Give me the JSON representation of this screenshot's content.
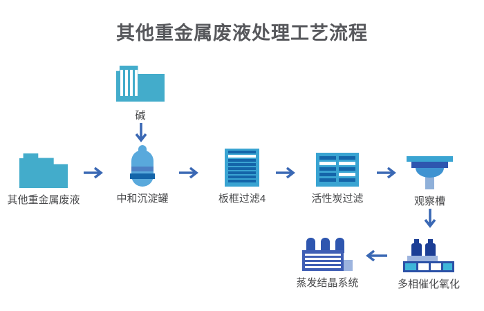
{
  "title": "其他重金属废液处理工艺流程",
  "nodes": {
    "alkali": {
      "label": "碱"
    },
    "waste": {
      "label": "其他重金属废液"
    },
    "neutralization_tank": {
      "label": "中和沉淀罐"
    },
    "plate_filter": {
      "label": "板框过滤4"
    },
    "carbon_filter": {
      "label": "活性炭过滤"
    },
    "observation_tank": {
      "label": "观察槽"
    },
    "catalytic_oxidation": {
      "label": "多相催化氧化"
    },
    "evaporation_system": {
      "label": "蒸发结晶系统"
    }
  },
  "edges": [
    {
      "from": "碱",
      "to": "中和沉淀罐",
      "direction": "down"
    },
    {
      "from": "其他重金属废液",
      "to": "中和沉淀罐",
      "direction": "right"
    },
    {
      "from": "中和沉淀罐",
      "to": "板框过滤4",
      "direction": "right"
    },
    {
      "from": "板框过滤4",
      "to": "活性炭过滤",
      "direction": "right"
    },
    {
      "from": "活性炭过滤",
      "to": "观察槽",
      "direction": "right"
    },
    {
      "from": "观察槽",
      "to": "多相催化氧化",
      "direction": "down"
    },
    {
      "from": "多相催化氧化",
      "to": "蒸发结晶系统",
      "direction": "left"
    }
  ],
  "palette": {
    "title-text": "#56575b",
    "label-text": "#48494b",
    "arrow": "#3a68b4",
    "teal-blue": "#43accb",
    "filter-blue": "#3aa4d2",
    "deep-blue": "#1465a9",
    "azure": "#59a9dc",
    "dome-blue": "#3f93d1",
    "band-blue": "#4c7fc4",
    "royal-blue": "#2e56af",
    "evap-blue": "#3f5eb4",
    "navy": "#1c3e95",
    "base-blue": "#2b51a6",
    "periwinkle": "#9db4de",
    "stem-blue": "#8fb0d9",
    "cyan": "#3eb6d9"
  }
}
